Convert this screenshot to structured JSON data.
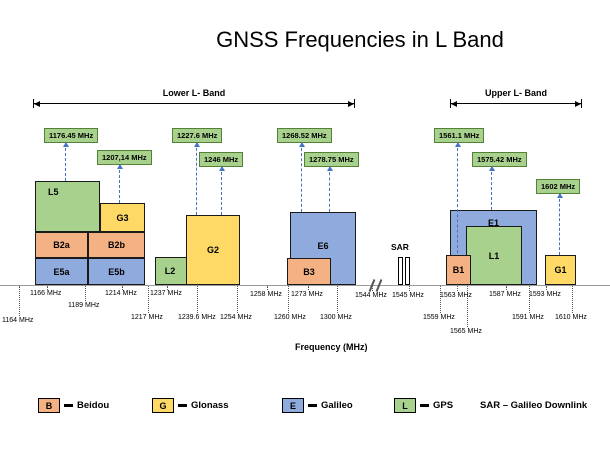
{
  "title": "GNSS Frequencies in L Band",
  "band_spans": {
    "lower": "Lower L- Band",
    "upper": "Upper L- Band"
  },
  "colors": {
    "beidou": "#F4B183",
    "glonass": "#FFD966",
    "galileo": "#8FAADC",
    "gps": "#A9D18E",
    "freq_label_bg": "#A9D18E",
    "arrow": "#4472C4"
  },
  "blocks": {
    "l5": "L5",
    "g3": "G3",
    "b2a": "B2a",
    "b2b": "B2b",
    "e5a": "E5a",
    "e5b": "E5b",
    "l2": "L2",
    "g2": "G2",
    "e6": "E6",
    "b3": "B3",
    "e1": "E1",
    "l1": "L1",
    "b1": "B1",
    "g1": "G1"
  },
  "freq_labels": {
    "f1176": "1176.45 MHz",
    "f1207": "1207,14 MHz",
    "f1227": "1227.6 MHz",
    "f1246": "1246 MHz",
    "f1268": "1268.52 MHz",
    "f1278": "1278.75 MHz",
    "f1561": "1561.1 MHz",
    "f1575": "1575.42 MHz",
    "f1602": "1602 MHz"
  },
  "sar": {
    "label": "SAR"
  },
  "axis": {
    "xlabel": "Frequency (MHz)",
    "ticks": {
      "t1164": "1164 MHz",
      "t1166": "1166 MHz",
      "t1189": "1189 MHz",
      "t1214": "1214 MHz",
      "t1217": "1217 MHz",
      "t1237": "1237 MHz",
      "t1239": "1239.6 MHz",
      "t1254": "1254 MHz",
      "t1258": "1258 MHz",
      "t1260": "1260 MHz",
      "t1273": "1273 MHz",
      "t1300": "1300 MHz",
      "t1544": "1544 MHz",
      "t1545": "1545 MHz",
      "t1559": "1559 MHz",
      "t1563": "1563 MHz",
      "t1565": "1565 MHz",
      "t1587": "1587 MHz",
      "t1591": "1591 MHz",
      "t1593": "1593 MHz",
      "t1610": "1610 MHz"
    }
  },
  "legend": {
    "beidou": {
      "letter": "B",
      "name": "Beidou"
    },
    "glonass": {
      "letter": "G",
      "name": "Glonass"
    },
    "galileo": {
      "letter": "E",
      "name": "Galileo"
    },
    "gps": {
      "letter": "L",
      "name": "GPS"
    },
    "sar_note": "SAR – Galileo Downlink"
  }
}
